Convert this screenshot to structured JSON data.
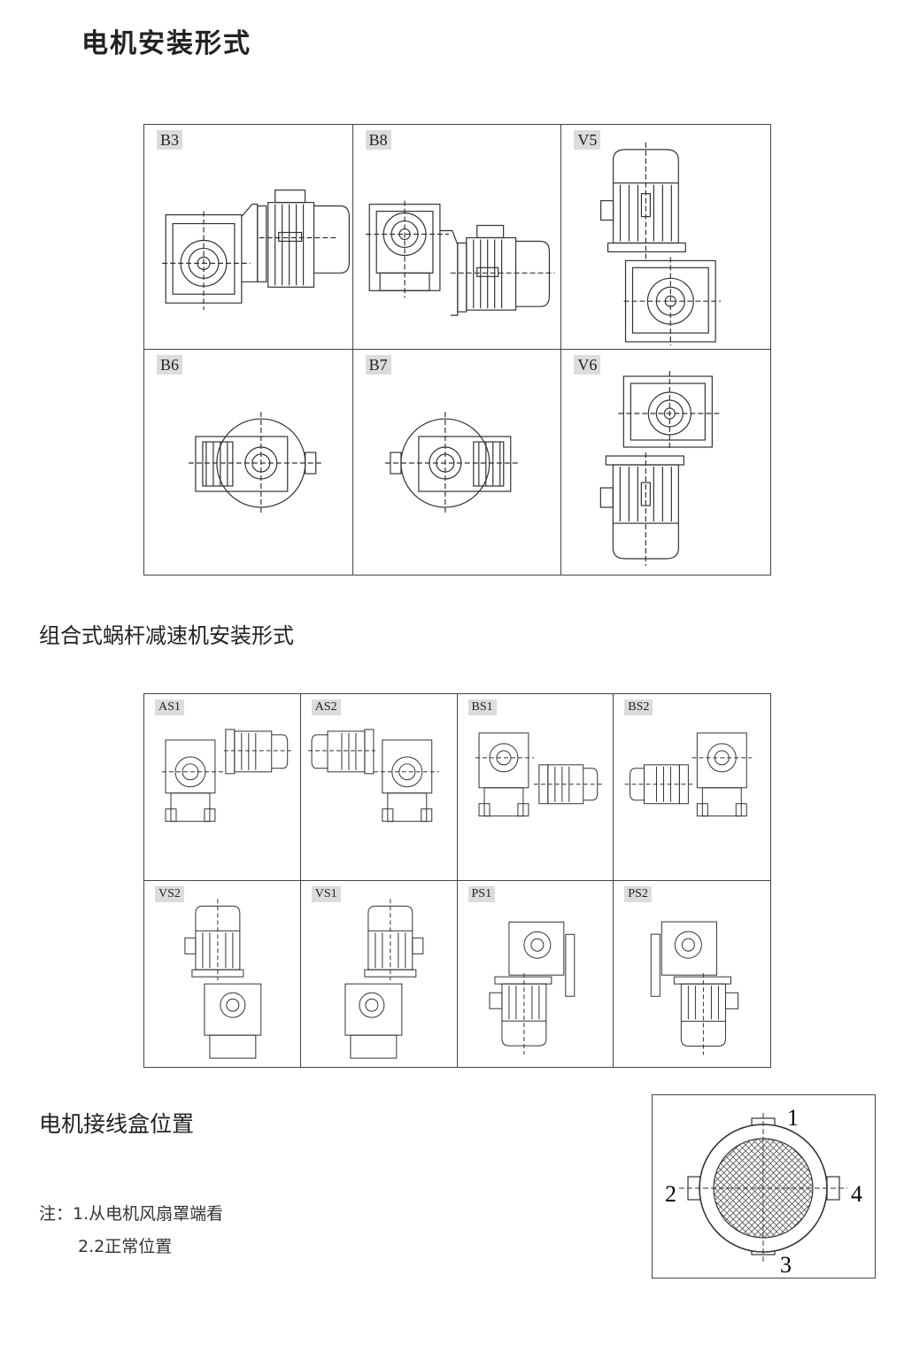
{
  "titles": {
    "motor_mounting": "电机安装形式",
    "combined_mounting": "组合式蜗杆减速机安装形式",
    "terminal_box": "电机接线盒位置"
  },
  "notes": {
    "line1": "注：1.从电机风扇罩端看",
    "line2": "2.2正常位置"
  },
  "mounting_positions": [
    "B3",
    "B8",
    "V5",
    "B6",
    "B7",
    "V6"
  ],
  "combined_positions": [
    "AS1",
    "AS2",
    "BS1",
    "BS2",
    "VS2",
    "VS1",
    "PS1",
    "PS2"
  ],
  "terminal_positions": [
    "1",
    "2",
    "3",
    "4"
  ]
}
